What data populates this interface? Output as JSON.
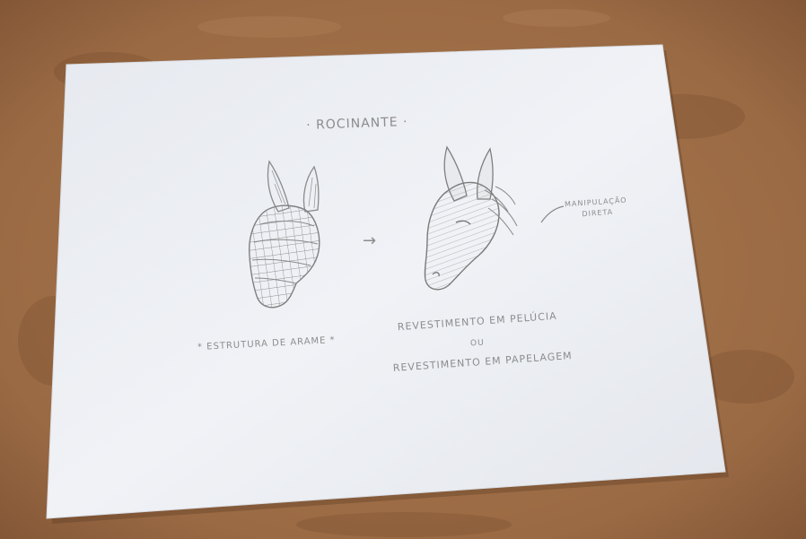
{
  "photo": {
    "table_color": "#9c6b45",
    "paper_color": "#eef0f4",
    "pencil_color": "#8c8c8c"
  },
  "sketch": {
    "title": "· ROCINANTE ·",
    "wire_caption": "* ESTRUTURA DE ARAME *",
    "arrow": "→",
    "annotation_line1": "MANIPULAÇÃO",
    "annotation_line2": "DIRETA",
    "covering_line1": "REVESTIMENTO EM PELÚCIA",
    "covering_or": "OU",
    "covering_line2": "REVESTIMENTO EM PAPELAGEM"
  },
  "icons": {
    "wire_head": "wire-frame-horse-head-icon",
    "plush_head": "plush-horse-head-icon"
  }
}
